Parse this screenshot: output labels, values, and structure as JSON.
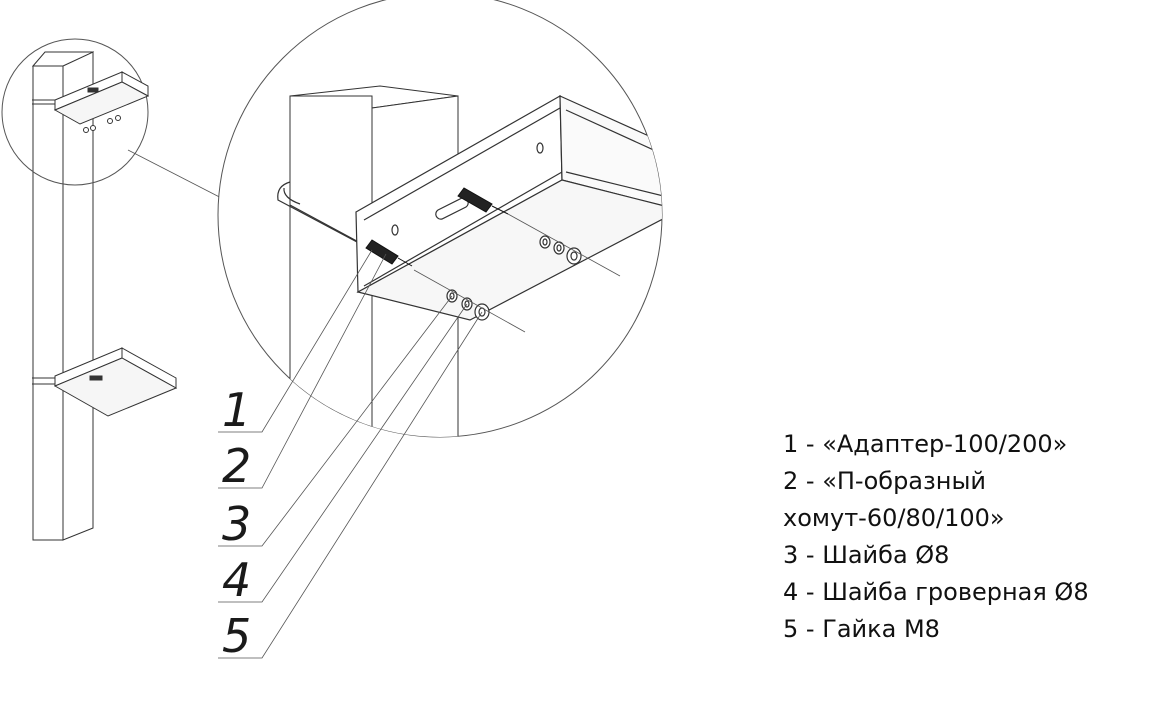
{
  "callouts": [
    "1",
    "2",
    "3",
    "4",
    "5"
  ],
  "legend": [
    "1 - «Адаптер-100/200»",
    "2 - «П-образный хомут-60/80/100»",
    "3 - Шайба Ø8",
    "4 - Шайба гроверная Ø8",
    "5 - Гайка М8"
  ],
  "colors": {
    "line": "#333333",
    "background": "#ffffff"
  }
}
